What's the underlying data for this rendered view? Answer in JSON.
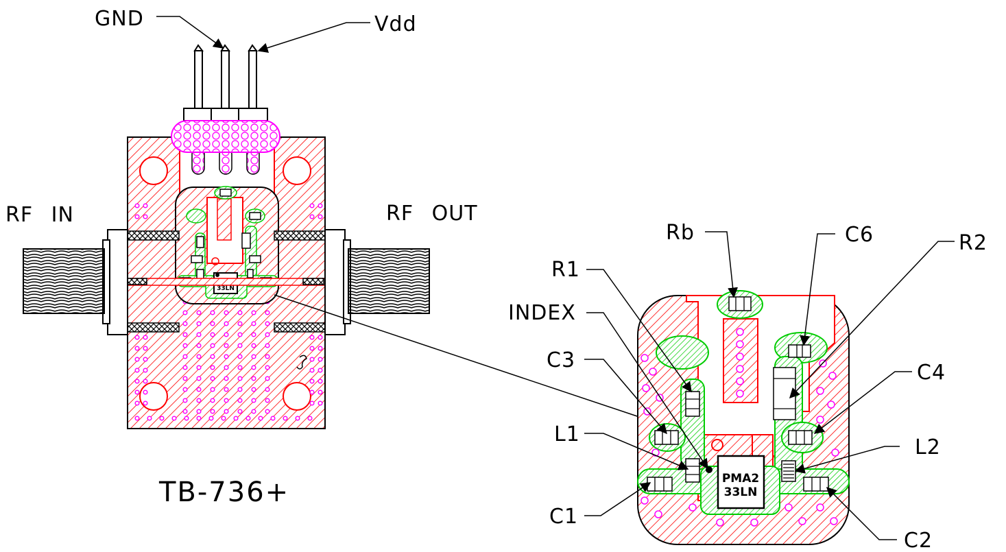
{
  "pins": {
    "gnd": "GND",
    "vdd": "Vdd"
  },
  "ports": {
    "rf_in": "RF IN",
    "rf_out": "RF OUT"
  },
  "board_title": "TB-736+",
  "chip": {
    "line1": "PMA2",
    "line2": "33LN"
  },
  "detail_labels": {
    "rb": "Rb",
    "c6": "C6",
    "r2": "R2",
    "r1": "R1",
    "index": "INDEX",
    "c3": "C3",
    "c4": "C4",
    "l1": "L1",
    "l2": "L2",
    "c1": "C1",
    "c2": "C2"
  },
  "colors": {
    "copper": "#ff0000",
    "pad": "#00cc00",
    "via": "#ff00ff",
    "ink": "#000000"
  }
}
